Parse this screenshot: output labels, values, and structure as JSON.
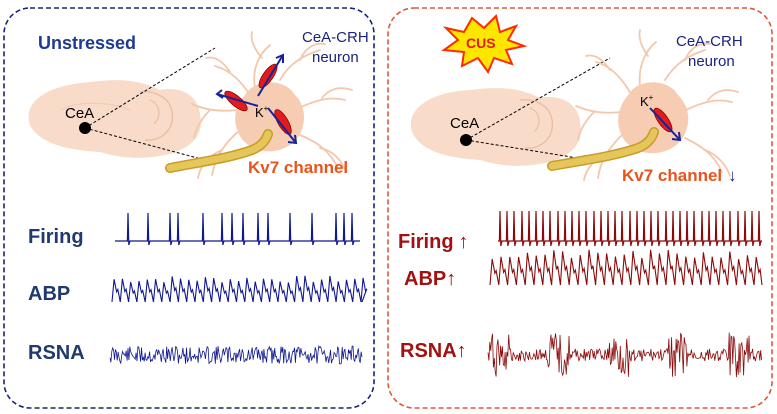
{
  "left_panel": {
    "title": "Unstressed",
    "region_label": "CeA",
    "neuron_label_line1": "CeA-CRH",
    "neuron_label_line2": "neuron",
    "ion_label": "K",
    "ion_charge": "+",
    "channel_label": "Kv7 channel",
    "traces": {
      "firing": "Firing",
      "abp": "ABP",
      "rsna": "RSNA"
    }
  },
  "right_panel": {
    "stress_badge": "CUS",
    "region_label": "CeA",
    "neuron_label_line1": "CeA-CRH",
    "neuron_label_line2": "neuron",
    "ion_label": "K",
    "ion_charge": "+",
    "channel_label": "Kv7 channel",
    "channel_arrow": "↓",
    "traces": {
      "firing": "Firing",
      "firing_arrow": "↑",
      "abp": "ABP",
      "abp_arrow": "↑",
      "rsna": "RSNA",
      "rsna_arrow": "↑"
    }
  },
  "colors": {
    "left_text": "#1f3a93",
    "left_border": "#1a237e",
    "left_trace": "#10188f",
    "right_text": "#a31010",
    "right_border": "#e0573a",
    "right_trace": "#8b0a0a",
    "channel_text": "#e8541e",
    "neuron": "#f6cdb3",
    "brain": "#f8dcc9",
    "axon": "#d8b23a",
    "burst_fill": "#ffe600",
    "burst_stroke": "#ff2a00"
  }
}
